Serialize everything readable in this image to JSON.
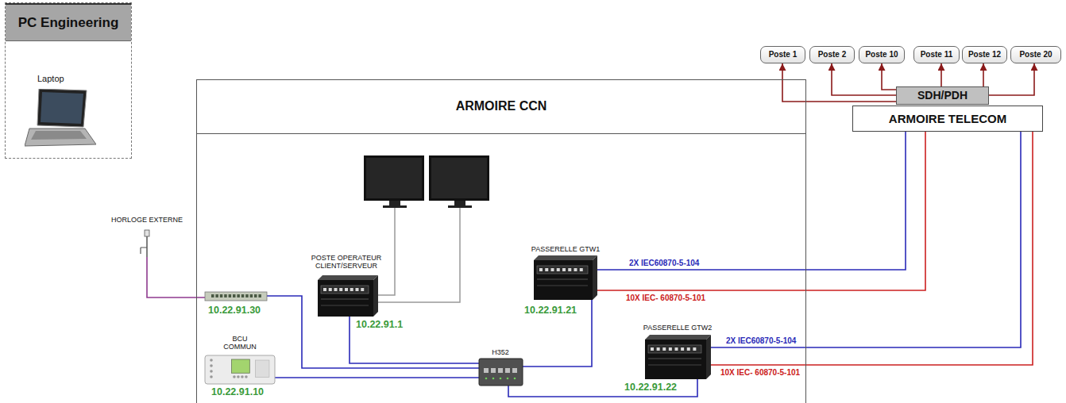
{
  "diagram": {
    "nodes": [
      {
        "text": [
          "PC Engineering",
          "Laptop"
        ]
      },
      {
        "text": [
          "Poste 1"
        ]
      },
      {
        "text": [
          "Poste 2"
        ]
      },
      {
        "text": [
          "Poste 10"
        ]
      },
      {
        "text": [
          "Poste 11"
        ]
      },
      {
        "text": [
          "Poste 12"
        ]
      },
      {
        "text": [
          "Poste 20"
        ]
      },
      {
        "text": [
          "SDH/PDH"
        ]
      },
      {
        "text": [
          "ARMOIRE CCN"
        ]
      },
      {
        "text": [
          "ARMOIRE TELECOM"
        ]
      },
      {
        "text": [
          "HORLOGE EXTERNE"
        ]
      },
      {
        "text": [
          "10.22.91.30"
        ],
        "in": 8
      },
      {
        "text": [
          "POSTE OPERATEUR CLIENT/SERVEUR",
          "10.22.91.1"
        ],
        "in": 8
      },
      {
        "text": [
          "PASSERELLE GTW1",
          "10.22.91.21"
        ],
        "in": 8
      },
      {
        "text": [
          "BCU COMMUN",
          "10.22.91.10"
        ],
        "in": 8
      },
      {
        "text": [
          "H352"
        ],
        "in": 8
      },
      {
        "text": [
          "PASSERELLE GTW2",
          "10.22.91.22"
        ],
        "in": 8
      }
    ],
    "edges": [
      {
        "from": 10,
        "to": 11,
        "arrow": "none"
      },
      {
        "from": 11,
        "to": 15,
        "arrow": "none"
      },
      {
        "from": 12,
        "to": 15,
        "arrow": "none"
      },
      {
        "from": 14,
        "to": 15,
        "arrow": "none"
      },
      {
        "from": 13,
        "to": 15,
        "arrow": "none"
      },
      {
        "from": 16,
        "to": 15,
        "arrow": "none"
      },
      {
        "from": 13,
        "to": 9,
        "label": "2X IEC60870-5-104",
        "arrow": "none"
      },
      {
        "from": 13,
        "to": 9,
        "label": "10X IEC- 60870-5-101",
        "arrow": "none"
      },
      {
        "from": 16,
        "to": 9,
        "label": "2X IEC60870-5-104",
        "arrow": "none"
      },
      {
        "from": 16,
        "to": 9,
        "label": "10X IEC- 60870-5-101",
        "arrow": "none"
      },
      {
        "from": 7,
        "to": 1,
        "arrow": "to"
      },
      {
        "from": 7,
        "to": 2,
        "arrow": "to"
      },
      {
        "from": 7,
        "to": 3,
        "arrow": "to"
      },
      {
        "from": 7,
        "to": 4,
        "arrow": "to"
      },
      {
        "from": 7,
        "to": 5,
        "arrow": "to"
      },
      {
        "from": 7,
        "to": 6,
        "arrow": "to"
      }
    ]
  }
}
